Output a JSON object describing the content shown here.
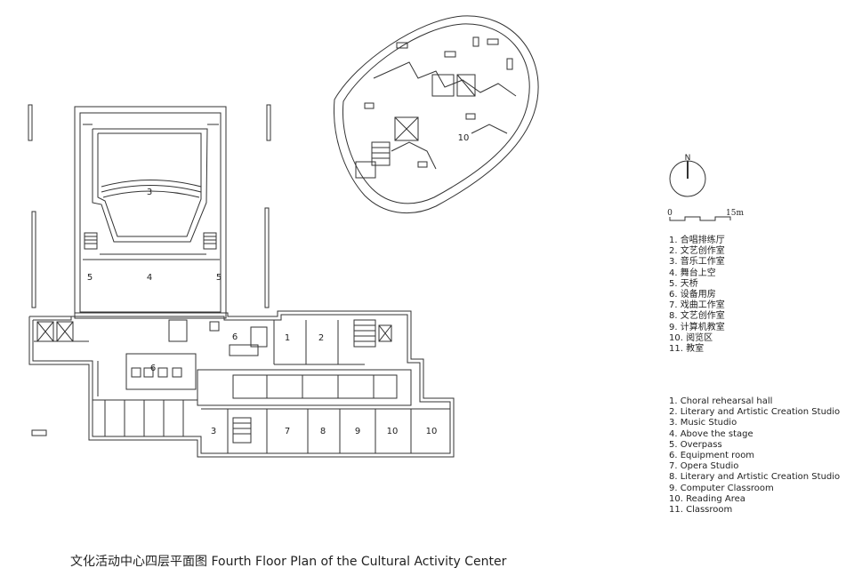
{
  "north": {
    "label": "N"
  },
  "scale": {
    "start": "0",
    "end": "15m"
  },
  "rooms": [
    {
      "id": "r3-top",
      "label": "3"
    },
    {
      "id": "r4",
      "label": "4"
    },
    {
      "id": "r5-left",
      "label": "5"
    },
    {
      "id": "r5-right",
      "label": "5"
    },
    {
      "id": "r6-a",
      "label": "6"
    },
    {
      "id": "r6-b",
      "label": "6"
    },
    {
      "id": "r1",
      "label": "1"
    },
    {
      "id": "r2",
      "label": "2"
    },
    {
      "id": "r3-bottom",
      "label": "3"
    },
    {
      "id": "r7",
      "label": "7"
    },
    {
      "id": "r8",
      "label": "8"
    },
    {
      "id": "r9",
      "label": "9"
    },
    {
      "id": "r10-a",
      "label": "10"
    },
    {
      "id": "r10-b",
      "label": "10"
    },
    {
      "id": "r10-c",
      "label": "10"
    }
  ],
  "legend_zh": [
    "1. 合唱排练厅",
    "2. 文艺创作室",
    "3. 音乐工作室",
    "4. 舞台上空",
    "5. 天桥",
    "6. 设备用房",
    "7. 戏曲工作室",
    "8. 文艺创作室",
    "9. 计算机教室",
    "10. 阅览区",
    "11. 教室"
  ],
  "legend_en": [
    "1. Choral rehearsal hall",
    "2. Literary and Artistic Creation Studio",
    "3. Music Studio",
    "4. Above the stage",
    "5. Overpass",
    "6. Equipment room",
    "7. Opera Studio",
    "8. Literary and Artistic Creation Studio",
    "9. Computer Classroom",
    "10. Reading Area",
    "11. Classroom"
  ],
  "caption": "文化活动中心四层平面图 Fourth Floor Plan of the Cultural Activity Center"
}
